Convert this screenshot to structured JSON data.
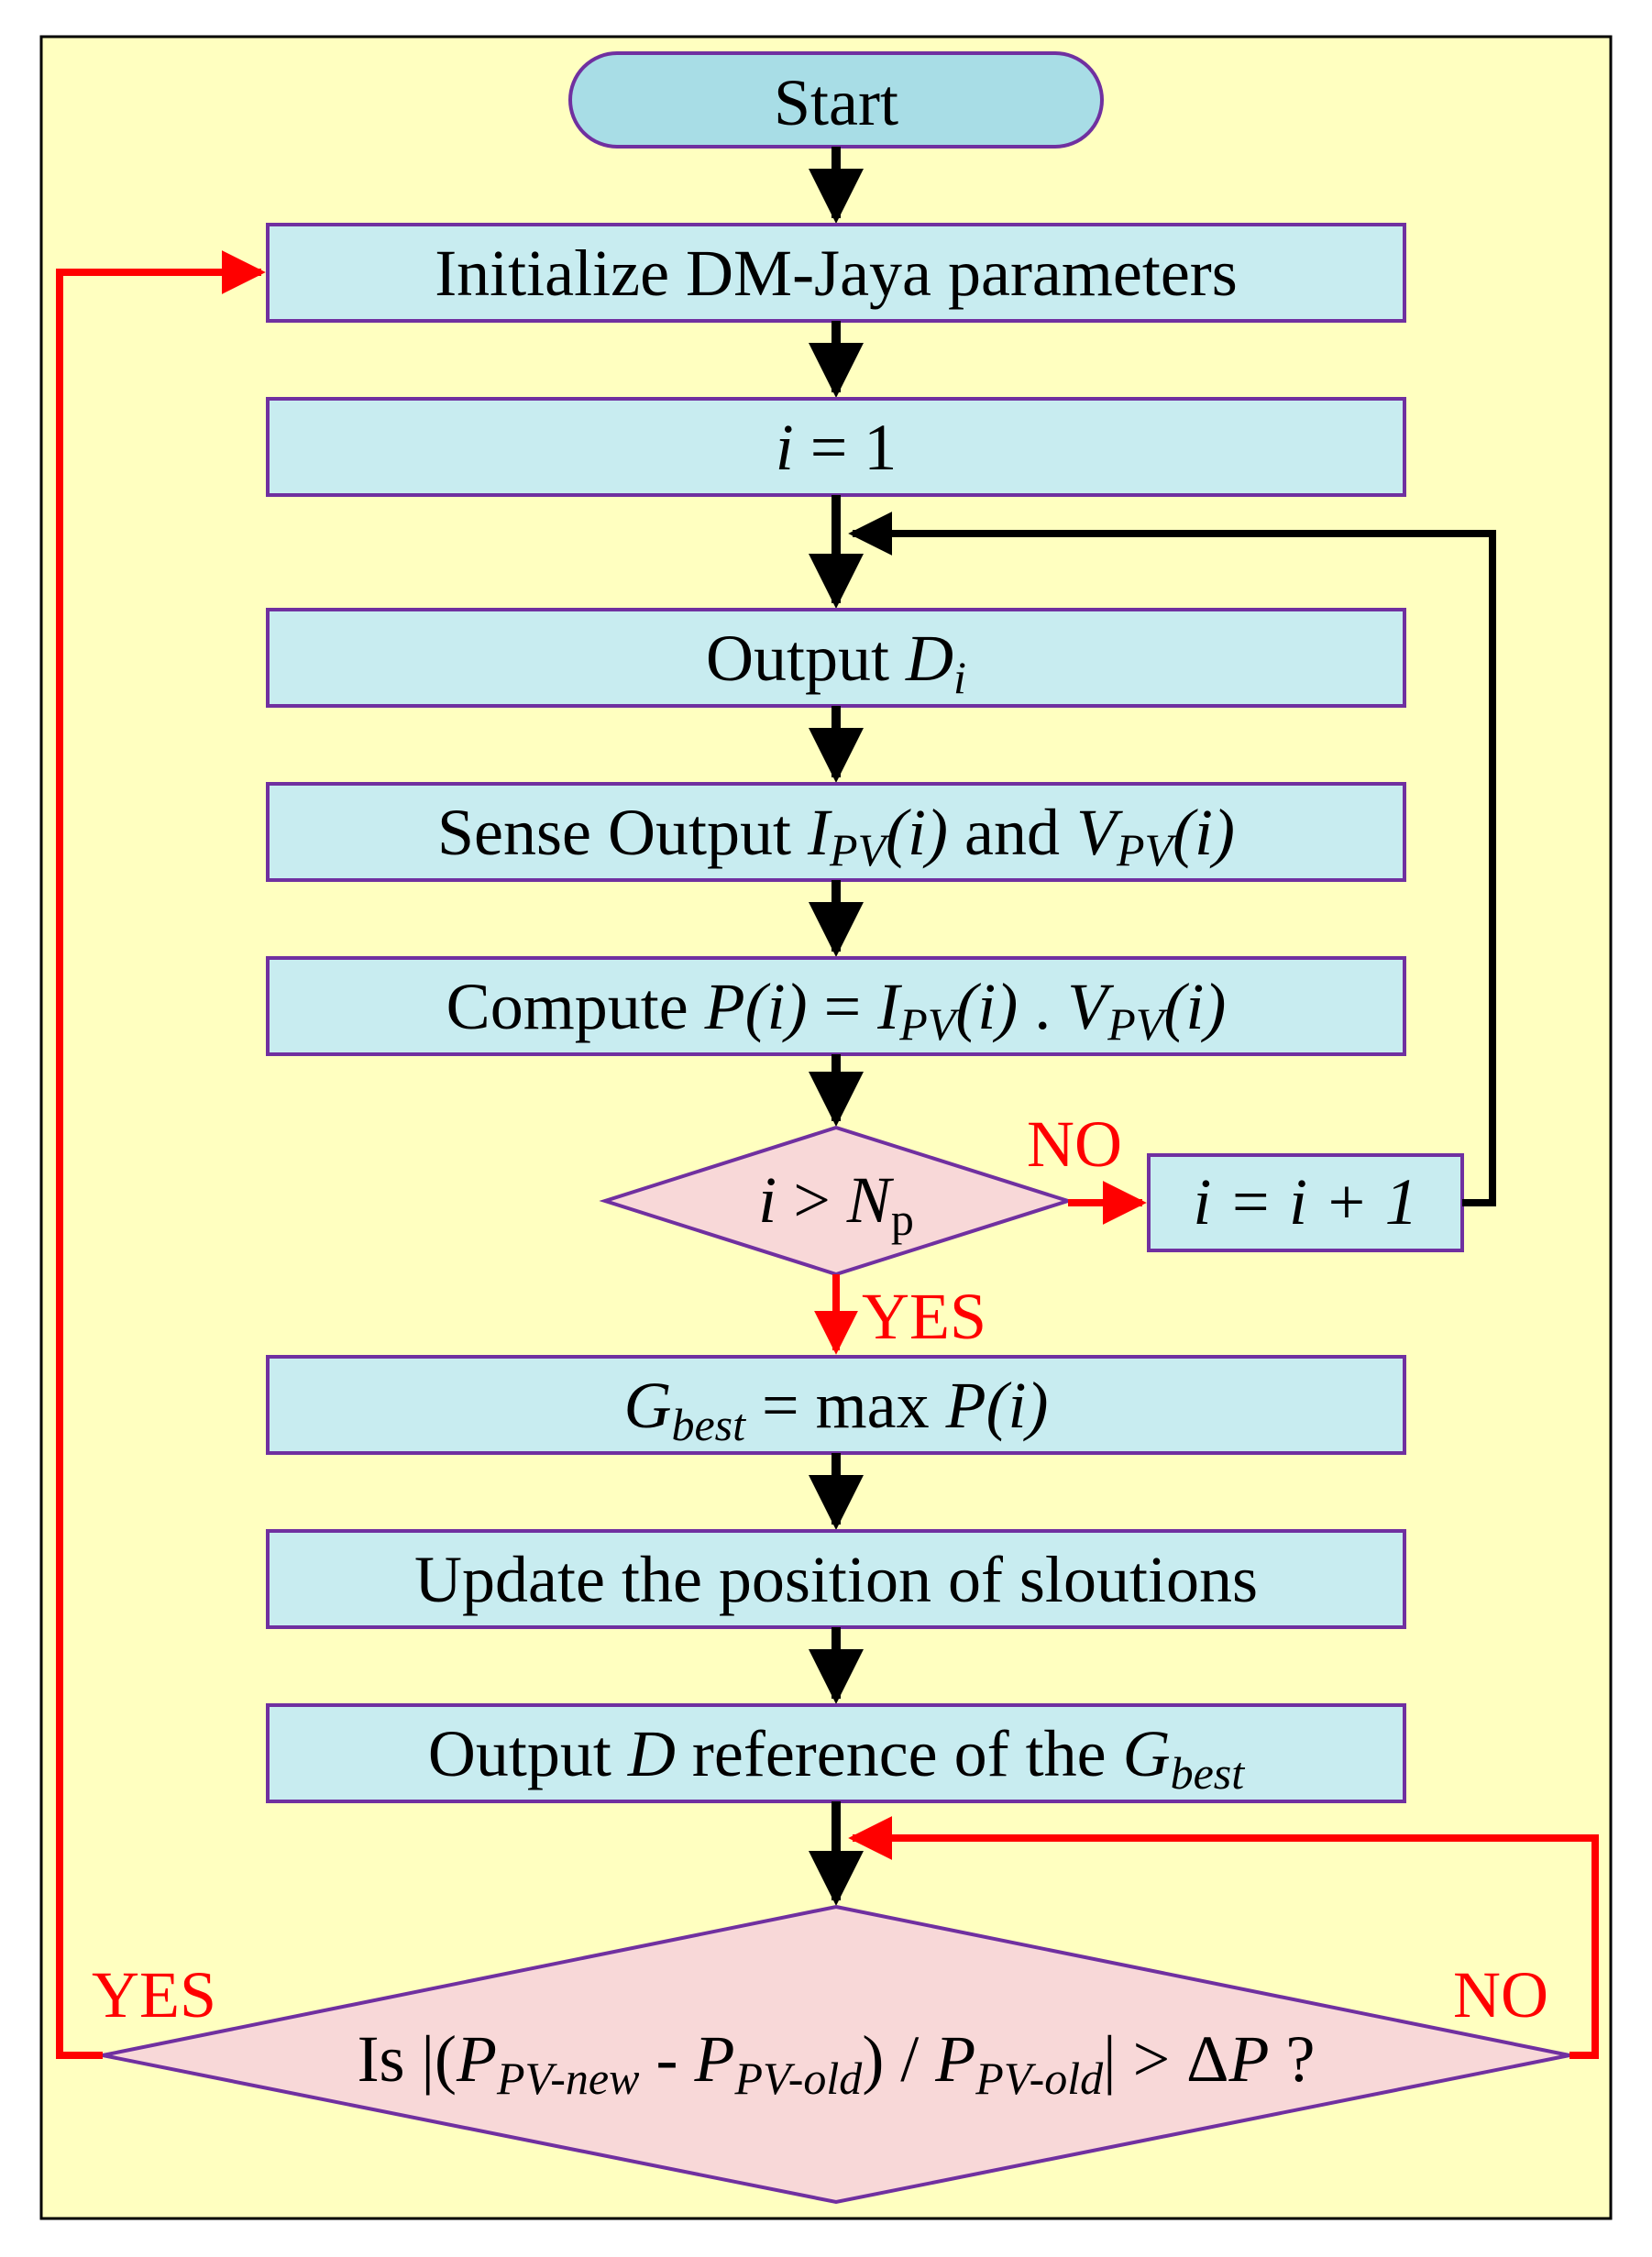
{
  "colors": {
    "background": "#ffffc0",
    "process_fill": "#c8ecf0",
    "process_stroke": "#7030a0",
    "terminal_fill": "#a8dde6",
    "decision_fill": "#f8d8d8",
    "flow_black": "#000000",
    "flow_red": "#ff0000"
  },
  "nodes": {
    "start": "Start",
    "init": "Initialize DM-Jaya parameters",
    "set_i": {
      "var": "i",
      "rest": " = 1"
    },
    "output_d": {
      "pre": "Output ",
      "var": "D",
      "sub": "i"
    },
    "sense": {
      "pre": "Sense Output ",
      "i_var": "I",
      "i_sub": "PV",
      "arg1": "(i)",
      "mid": " and ",
      "v_var": "V",
      "v_sub": "PV",
      "arg2": "(i)"
    },
    "compute": {
      "pre": "Compute ",
      "p": "P",
      "arg0": "(i)",
      "eq": " = ",
      "i_var": "I",
      "i_sub": "PV",
      "arg1": "(i)",
      "dot": " . ",
      "v_var": "V",
      "v_sub": "PV",
      "arg2": "(i)"
    },
    "check_i": {
      "var": "i",
      "op": " > ",
      "n": "N",
      "n_sub": "p"
    },
    "increment": {
      "text": "i = i + 1"
    },
    "gbest": {
      "g": "G",
      "g_sub": "best",
      "rest": " = max ",
      "p": "P",
      "arg": "(i)"
    },
    "update": "Update the position of sloutions",
    "output_ref": {
      "pre": "Output ",
      "d": "D",
      "mid": " reference of the ",
      "g": "G",
      "g_sub": "best"
    },
    "final_check": {
      "pre": "Is |(",
      "p1": "P",
      "p1_sub": "PV-new",
      "minus": " - ",
      "p2": "P",
      "p2_sub": "PV-old",
      "slash": ") / ",
      "p3": "P",
      "p3_sub": "PV-old",
      "gt": "| > Δ",
      "p4": "P",
      "q": " ?"
    }
  },
  "labels": {
    "no_inner": "NO",
    "yes_inner": "YES",
    "yes_outer": "YES",
    "no_outer": "NO"
  }
}
